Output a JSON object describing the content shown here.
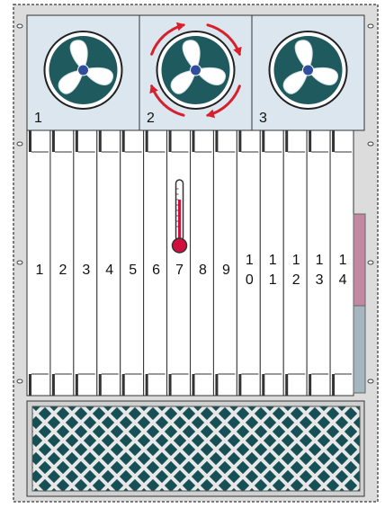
{
  "fans": [
    {
      "label": "1",
      "icon": "fan-icon",
      "rotating": false
    },
    {
      "label": "2",
      "icon": "fan-icon",
      "rotating": true
    },
    {
      "label": "3",
      "icon": "fan-icon",
      "rotating": false
    }
  ],
  "slots": [
    {
      "label": "1"
    },
    {
      "label": "2"
    },
    {
      "label": "3"
    },
    {
      "label": "4"
    },
    {
      "label": "5"
    },
    {
      "label": "6"
    },
    {
      "label": "7"
    },
    {
      "label": "8"
    },
    {
      "label": "9"
    },
    {
      "label": "10"
    },
    {
      "label": "11"
    },
    {
      "label": "12"
    },
    {
      "label": "13"
    },
    {
      "label": "14"
    }
  ],
  "thermometer": {
    "icon": "thermometer-icon",
    "slot": "7"
  },
  "intake": {
    "icon": "vent-grille"
  },
  "colors": {
    "chassis": "#dcdcdc",
    "fan_panel": "#dbe6ef",
    "fan_blade": "#1f5a5f",
    "rotation_arrow": "#d8202c",
    "thermometer_bulb": "#d0103a",
    "side_pink": "#c18aa2",
    "side_blue": "#a6b6bf",
    "grille_teal": "#164f55"
  }
}
